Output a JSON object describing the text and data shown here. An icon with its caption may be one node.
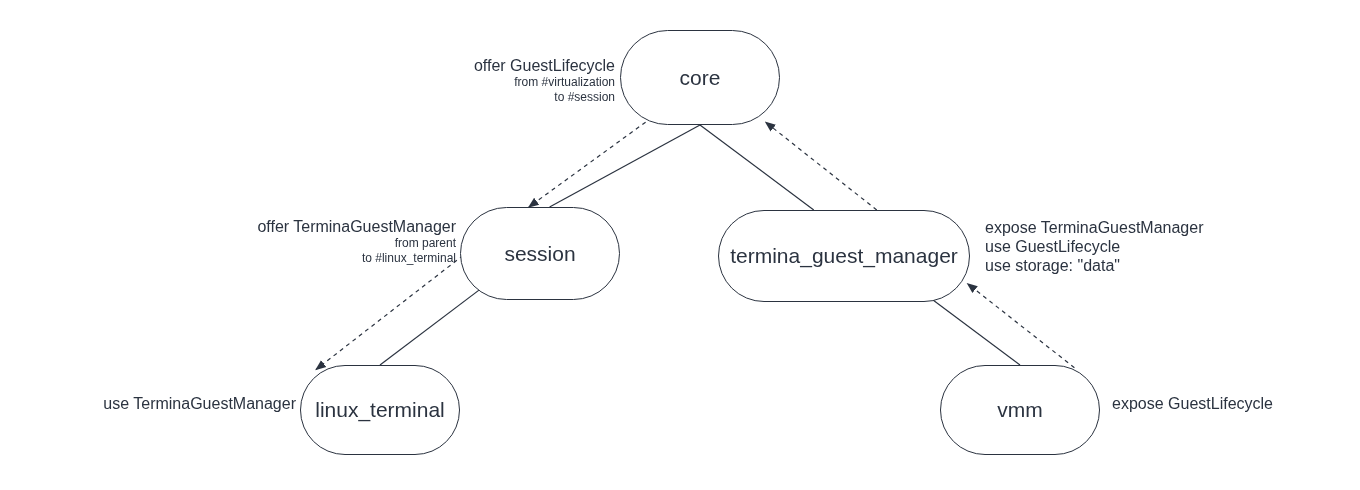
{
  "diagram": {
    "nodes": [
      {
        "text": [
          "core"
        ],
        "beside": [
          "offer GuestLifecycle",
          "from #virtualization",
          "to #session"
        ]
      },
      {
        "text": [
          "session"
        ],
        "beside": [
          "offer TerminaGuestManager",
          "from parent",
          "to #linux_terminal"
        ]
      },
      {
        "text": [
          "termina_guest_manager"
        ],
        "beside": [
          "expose TerminaGuestManager",
          "use GuestLifecycle",
          "use storage: \"data\""
        ]
      },
      {
        "text": [
          "linux_terminal"
        ],
        "beside": [
          "use TerminaGuestManager"
        ]
      },
      {
        "text": [
          "vmm"
        ],
        "beside": [
          "expose GuestLifecycle"
        ]
      }
    ],
    "edges": [
      {
        "from": 0,
        "to": 1,
        "arrow": "none"
      },
      {
        "from": 0,
        "to": 2,
        "arrow": "none"
      },
      {
        "from": 1,
        "to": 3,
        "arrow": "none"
      },
      {
        "from": 2,
        "to": 4,
        "arrow": "none"
      },
      {
        "from": 0,
        "to": 1,
        "arrow": "to",
        "style": "dashed"
      },
      {
        "from": 1,
        "to": 3,
        "arrow": "to",
        "style": "dashed"
      },
      {
        "from": 2,
        "to": 0,
        "arrow": "to",
        "style": "dashed"
      },
      {
        "from": 4,
        "to": 2,
        "arrow": "to",
        "style": "dashed"
      }
    ]
  }
}
